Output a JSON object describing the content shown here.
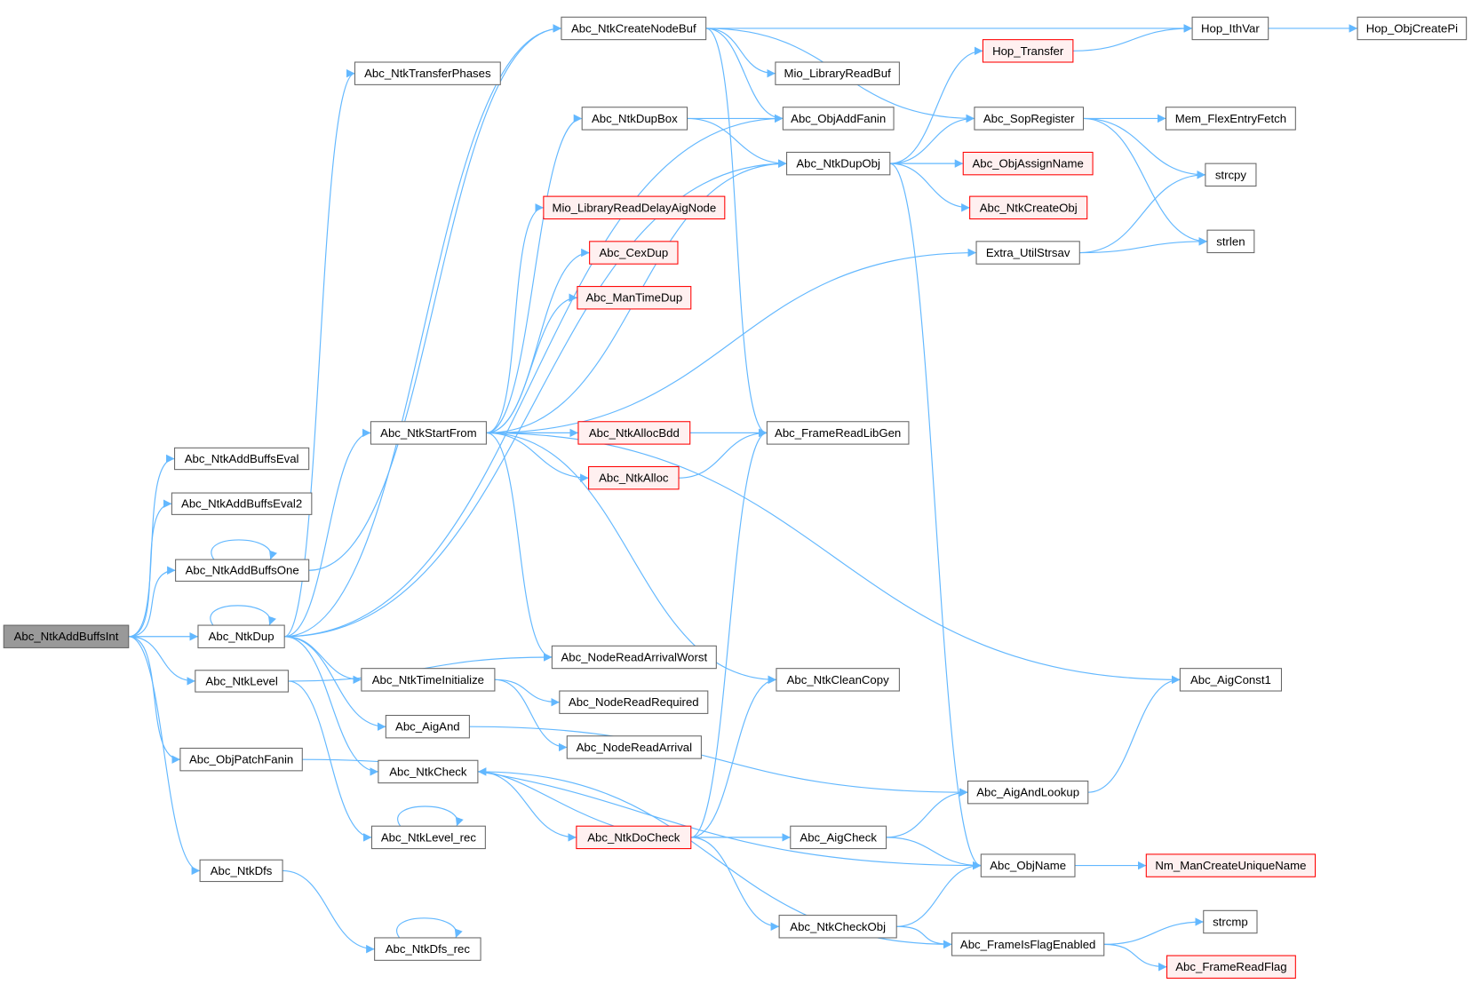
{
  "title": "Call graph of Abc_NtkAddBuffsInt",
  "colors": {
    "edge": "#63b8ff",
    "root_fill": "#999999",
    "root_border": "#666666",
    "normal_border": "#666666",
    "red_border": "#ff0000",
    "red_fill": "#fff0f0"
  },
  "nodes": [
    {
      "label": "Abc_NtkAddBuffsInt",
      "style": "root"
    },
    {
      "label": "Abc_NtkAddBuffsEval",
      "style": "normal"
    },
    {
      "label": "Abc_NtkAddBuffsEval2",
      "style": "normal"
    },
    {
      "label": "Abc_NtkAddBuffsOne",
      "style": "normal"
    },
    {
      "label": "Abc_NtkDup",
      "style": "normal"
    },
    {
      "label": "Abc_NtkLevel",
      "style": "normal"
    },
    {
      "label": "Abc_ObjPatchFanin",
      "style": "normal"
    },
    {
      "label": "Abc_NtkDfs",
      "style": "normal"
    },
    {
      "label": "Abc_NtkCreateNodeBuf",
      "style": "normal"
    },
    {
      "label": "Abc_NtkTransferPhases",
      "style": "normal"
    },
    {
      "label": "Abc_NtkDupBox",
      "style": "normal"
    },
    {
      "label": "Mio_LibraryReadDelayAigNode",
      "style": "red"
    },
    {
      "label": "Abc_CexDup",
      "style": "red"
    },
    {
      "label": "Abc_ManTimeDup",
      "style": "red"
    },
    {
      "label": "Abc_NtkStartFrom",
      "style": "normal"
    },
    {
      "label": "Abc_NtkAllocBdd",
      "style": "red"
    },
    {
      "label": "Abc_NtkAlloc",
      "style": "red"
    },
    {
      "label": "Abc_NodeReadArrivalWorst",
      "style": "normal"
    },
    {
      "label": "Abc_NtkTimeInitialize",
      "style": "normal"
    },
    {
      "label": "Abc_NodeReadRequired",
      "style": "normal"
    },
    {
      "label": "Abc_AigAnd",
      "style": "normal"
    },
    {
      "label": "Abc_NodeReadArrival",
      "style": "normal"
    },
    {
      "label": "Abc_NtkCheck",
      "style": "normal"
    },
    {
      "label": "Abc_NtkLevel_rec",
      "style": "normal"
    },
    {
      "label": "Abc_NtkDoCheck",
      "style": "red"
    },
    {
      "label": "Abc_NtkDfs_rec",
      "style": "normal"
    },
    {
      "label": "Mio_LibraryReadBuf",
      "style": "normal"
    },
    {
      "label": "Abc_ObjAddFanin",
      "style": "normal"
    },
    {
      "label": "Abc_NtkDupObj",
      "style": "normal"
    },
    {
      "label": "Abc_FrameReadLibGen",
      "style": "normal"
    },
    {
      "label": "Abc_NtkCleanCopy",
      "style": "normal"
    },
    {
      "label": "Abc_AigCheck",
      "style": "normal"
    },
    {
      "label": "Abc_NtkCheckObj",
      "style": "normal"
    },
    {
      "label": "Hop_Transfer",
      "style": "red"
    },
    {
      "label": "Abc_SopRegister",
      "style": "normal"
    },
    {
      "label": "Abc_ObjAssignName",
      "style": "red"
    },
    {
      "label": "Abc_NtkCreateObj",
      "style": "red"
    },
    {
      "label": "Extra_UtilStrsav",
      "style": "normal"
    },
    {
      "label": "Abc_AigAndLookup",
      "style": "normal"
    },
    {
      "label": "Abc_ObjName",
      "style": "normal"
    },
    {
      "label": "Abc_FrameIsFlagEnabled",
      "style": "normal"
    },
    {
      "label": "Hop_IthVar",
      "style": "normal"
    },
    {
      "label": "Hop_ObjCreatePi",
      "style": "normal"
    },
    {
      "label": "Mem_FlexEntryFetch",
      "style": "normal"
    },
    {
      "label": "strcpy",
      "style": "normal"
    },
    {
      "label": "strlen",
      "style": "normal"
    },
    {
      "label": "Abc_AigConst1",
      "style": "normal"
    },
    {
      "label": "Nm_ManCreateUniqueName",
      "style": "red"
    },
    {
      "label": "strcmp",
      "style": "normal"
    },
    {
      "label": "Abc_FrameReadFlag",
      "style": "red"
    }
  ],
  "edges": [
    [
      0,
      1
    ],
    [
      0,
      2
    ],
    [
      0,
      3
    ],
    [
      0,
      4
    ],
    [
      0,
      5
    ],
    [
      0,
      6
    ],
    [
      0,
      7
    ],
    [
      3,
      3
    ],
    [
      3,
      8
    ],
    [
      4,
      4
    ],
    [
      4,
      8
    ],
    [
      4,
      9
    ],
    [
      4,
      27
    ],
    [
      4,
      28
    ],
    [
      4,
      14
    ],
    [
      4,
      18
    ],
    [
      4,
      20
    ],
    [
      4,
      22
    ],
    [
      5,
      17
    ],
    [
      5,
      23
    ],
    [
      6,
      39
    ],
    [
      7,
      25
    ],
    [
      25,
      25
    ],
    [
      23,
      23
    ],
    [
      14,
      10
    ],
    [
      14,
      11
    ],
    [
      14,
      12
    ],
    [
      14,
      13
    ],
    [
      14,
      28
    ],
    [
      14,
      29
    ],
    [
      14,
      15
    ],
    [
      14,
      16
    ],
    [
      14,
      37
    ],
    [
      14,
      46
    ],
    [
      14,
      17
    ],
    [
      14,
      30
    ],
    [
      8,
      41
    ],
    [
      8,
      34
    ],
    [
      8,
      26
    ],
    [
      8,
      27
    ],
    [
      8,
      29
    ],
    [
      10,
      27
    ],
    [
      10,
      28
    ],
    [
      28,
      33
    ],
    [
      28,
      34
    ],
    [
      28,
      35
    ],
    [
      28,
      36
    ],
    [
      28,
      39
    ],
    [
      33,
      41
    ],
    [
      41,
      42
    ],
    [
      34,
      43
    ],
    [
      34,
      44
    ],
    [
      34,
      45
    ],
    [
      37,
      44
    ],
    [
      37,
      45
    ],
    [
      15,
      29
    ],
    [
      16,
      29
    ],
    [
      18,
      19
    ],
    [
      18,
      21
    ],
    [
      20,
      38
    ],
    [
      22,
      24
    ],
    [
      22,
      40
    ],
    [
      24,
      22
    ],
    [
      24,
      29
    ],
    [
      24,
      30
    ],
    [
      24,
      31
    ],
    [
      24,
      32
    ],
    [
      31,
      38
    ],
    [
      31,
      39
    ],
    [
      38,
      46
    ],
    [
      32,
      39
    ],
    [
      32,
      40
    ],
    [
      39,
      47
    ],
    [
      40,
      48
    ],
    [
      40,
      49
    ]
  ]
}
